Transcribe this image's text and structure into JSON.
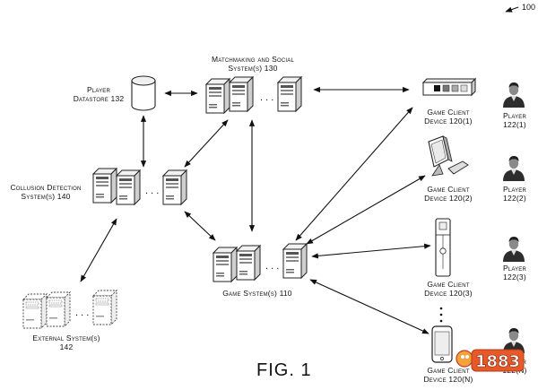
{
  "figure": {
    "ref": "100",
    "caption": "FIG. 1"
  },
  "components": {
    "matchmaking": {
      "line1": "Matchmaking and Social",
      "line2": "System(s) 130"
    },
    "player_datastore": {
      "line1": "Player",
      "line2": "Datastore 132"
    },
    "collusion": {
      "line1": "Collusion Detection",
      "line2": "System(s) 140"
    },
    "game_system": {
      "line1": "Game System(s) 110"
    },
    "external": {
      "line1": "External System(s)",
      "line2": "142"
    },
    "clients": [
      {
        "line1": "Game Client",
        "line2": "Device 120(1)"
      },
      {
        "line1": "Game Client",
        "line2": "Device 120(2)"
      },
      {
        "line1": "Game Client",
        "line2": "Device 120(3)"
      },
      {
        "line1": "Game Client",
        "line2": "Device 120(N)"
      }
    ],
    "players": [
      {
        "line1": "Player",
        "line2": "122(1)"
      },
      {
        "line1": "Player",
        "line2": "122(2)"
      },
      {
        "line1": "Player",
        "line2": "122(3)"
      },
      {
        "line1": "Player",
        "line2": "122(N)"
      }
    ]
  },
  "watermark": {
    "text": "1883"
  },
  "icons": {
    "server": "server-tower-icon",
    "database": "database-cylinder-icon",
    "console": "game-console-icon",
    "computer": "desktop-computer-icon",
    "controller": "remote-controller-icon",
    "phone": "smartphone-icon",
    "person": "player-person-icon"
  }
}
